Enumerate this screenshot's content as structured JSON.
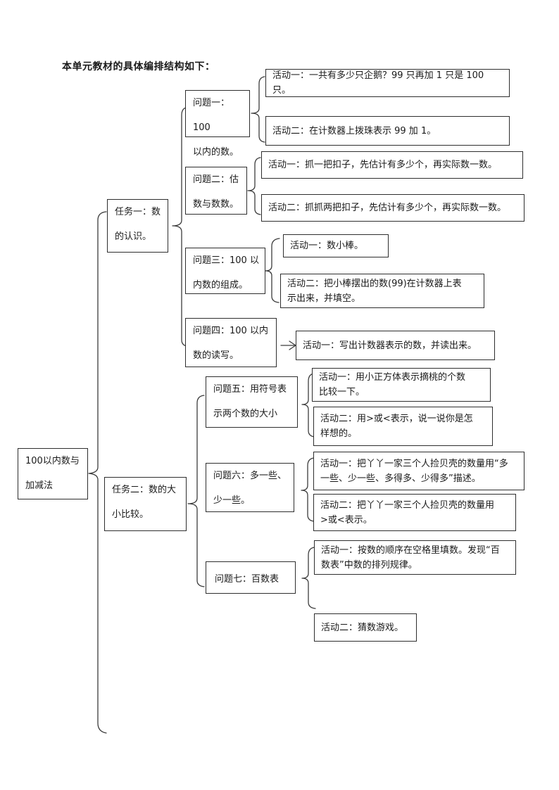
{
  "title": "本单元教材的具体编排结构如下：",
  "root": {
    "label": "100以内数与\n加减法"
  },
  "tasks": [
    {
      "label": "任务一：数\n的认识。",
      "problems": [
        {
          "label": "问题一：100\n以内的数。",
          "activities": [
            "活动一：一共有多少只企鹅？99 只再加 1 只是 100 只。",
            "活动二：在计数器上拨珠表示 99 加 1。"
          ]
        },
        {
          "label": "问题二：估\n数与数数。",
          "activities": [
            "活动一：抓一把扣子，先估计有多少个，再实际数一数。",
            "活动二：抓抓两把扣子，先估计有多少个，再实际数一数。"
          ]
        },
        {
          "label": "问题三：100 以\n内数的组成。",
          "activities": [
            "活动一：数小棒。",
            "活动二：把小棒摆出的数(99)在计数器上表\n示出来，并填空。"
          ]
        },
        {
          "label": "问题四：100 以内\n数的读写。",
          "activities": [
            "活动一：写出计数器表示的数，并读出来。"
          ]
        }
      ]
    },
    {
      "label": "任务二：数的大\n小比较。",
      "problems": [
        {
          "label": "问题五：用符号表\n示两个数的大小",
          "activities": [
            "活动一：用小正方体表示摘桃的个数\n比较一下。",
            "活动二：用>或<表示，说一说你是怎\n样想的。"
          ]
        },
        {
          "label": "问题六：多一些、\n少一些。",
          "activities": [
            "活动一：把丫丫一家三个人捡贝壳的数量用“多\n一些、少一些、多得多、少得多”描述。",
            "活动二：把丫丫一家三个人捡贝壳的数量用\n>或<表示。"
          ]
        },
        {
          "label": "问题七：百数表",
          "activities": [
            "活动一：按数的顺序在空格里填数。发现“百\n数表”中数的排列规律。",
            "活动二：猜数游戏。"
          ]
        }
      ]
    }
  ]
}
